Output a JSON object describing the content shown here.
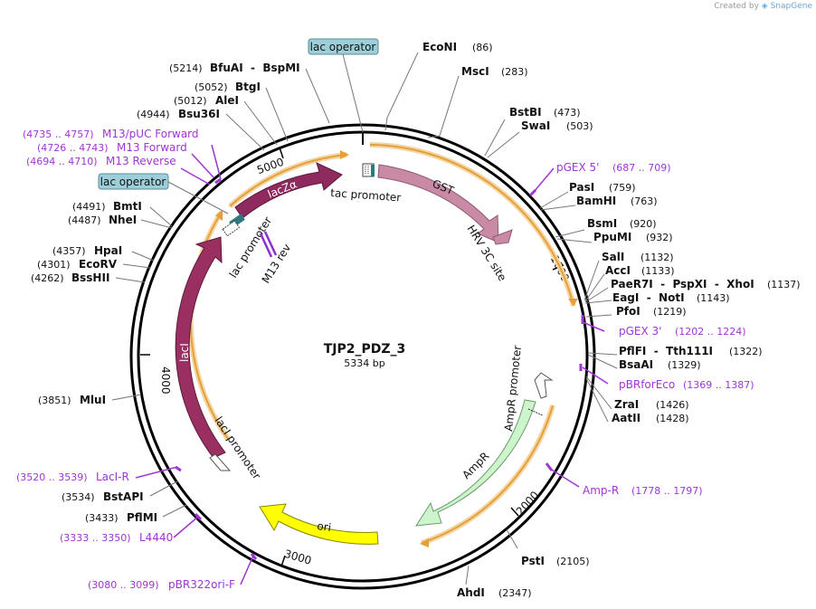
{
  "credit": {
    "prefix": "Created by",
    "brand": "SnapGene"
  },
  "plasmid": {
    "name": "TJP2_PDZ_3",
    "length_label": "5334 bp"
  },
  "ticks": [
    "1000",
    "2000",
    "3000",
    "4000",
    "5000"
  ],
  "features": {
    "lacZa": "lacZα",
    "gst": "GST",
    "hrv": "HRV 3C site",
    "tac": "tac promoter",
    "lac_promoter": "lac promoter",
    "m13rev": "M13 rev",
    "laci": "lacI",
    "laci_promoter": "lacI promoter",
    "ampr": "AmpR",
    "ampr_promoter": "AmpR promoter",
    "ori": "ori"
  },
  "lac_operators": [
    "lac operator",
    "lac operator"
  ],
  "sites_right": [
    {
      "name": "EcoNI",
      "pos": "(86)"
    },
    {
      "name": "MscI",
      "pos": "(283)"
    },
    {
      "name": "BstBI",
      "pos": "(473)"
    },
    {
      "name": "SwaI",
      "pos": "(503)"
    },
    {
      "name": "PasI",
      "pos": "(759)"
    },
    {
      "name": "BamHI",
      "pos": "(763)"
    },
    {
      "name": "BsmI",
      "pos": "(920)"
    },
    {
      "name": "PpuMI",
      "pos": "(932)"
    },
    {
      "name": "SalI",
      "pos": "(1132)"
    },
    {
      "name": "AccI",
      "pos": "(1133)"
    },
    {
      "name": "PaeR7I  -  PspXI  -  XhoI",
      "pos": "(1137)"
    },
    {
      "name": "EagI  -  NotI",
      "pos": "(1143)"
    },
    {
      "name": "PfoI",
      "pos": "(1219)"
    },
    {
      "name": "PflFI  -  Tth111I",
      "pos": "(1322)"
    },
    {
      "name": "BsaAI",
      "pos": "(1329)"
    },
    {
      "name": "ZraI",
      "pos": "(1426)"
    },
    {
      "name": "AatII",
      "pos": "(1428)"
    },
    {
      "name": "PstI",
      "pos": "(2105)"
    },
    {
      "name": "AhdI",
      "pos": "(2347)"
    }
  ],
  "sites_left": [
    {
      "name": "BfuAI  -  BspMI",
      "pos": "(5214)"
    },
    {
      "name": "BtgI",
      "pos": "(5052)"
    },
    {
      "name": "AleI",
      "pos": "(5012)"
    },
    {
      "name": "Bsu36I",
      "pos": "(4944)"
    },
    {
      "name": "BmtI",
      "pos": "(4491)"
    },
    {
      "name": "NheI",
      "pos": "(4487)"
    },
    {
      "name": "HpaI",
      "pos": "(4357)"
    },
    {
      "name": "EcoRV",
      "pos": "(4301)"
    },
    {
      "name": "BssHII",
      "pos": "(4262)"
    },
    {
      "name": "MluI",
      "pos": "(3851)"
    },
    {
      "name": "BstAPI",
      "pos": "(3534)"
    },
    {
      "name": "PflMI",
      "pos": "(3433)"
    }
  ],
  "primers_right": [
    {
      "name": "pGEX 5'",
      "pos": "(687 .. 709)"
    },
    {
      "name": "pGEX 3'",
      "pos": "(1202 .. 1224)"
    },
    {
      "name": "pBRforEco",
      "pos": "(1369 .. 1387)"
    },
    {
      "name": "Amp-R",
      "pos": "(1778 .. 1797)"
    }
  ],
  "primers_left": [
    {
      "name": "M13/pUC Forward",
      "pos": "(4735 .. 4757)"
    },
    {
      "name": "M13 Forward",
      "pos": "(4726 .. 4743)"
    },
    {
      "name": "M13 Reverse",
      "pos": "(4694 .. 4710)"
    },
    {
      "name": "LacI-R",
      "pos": "(3520 .. 3539)"
    },
    {
      "name": "L4440",
      "pos": "(3333 .. 3350)"
    },
    {
      "name": "pBR322ori-F",
      "pos": "(3080 .. 3099)"
    }
  ],
  "colors": {
    "lacZa": "#8e2a5e",
    "laci": "#9a2f62",
    "gst": "#c98aa6",
    "ampr": "#ccf5cc",
    "ori": "#ffff00",
    "orf": "#f0a830",
    "primer": "#a035d6",
    "operator": "#9ccfd9"
  }
}
